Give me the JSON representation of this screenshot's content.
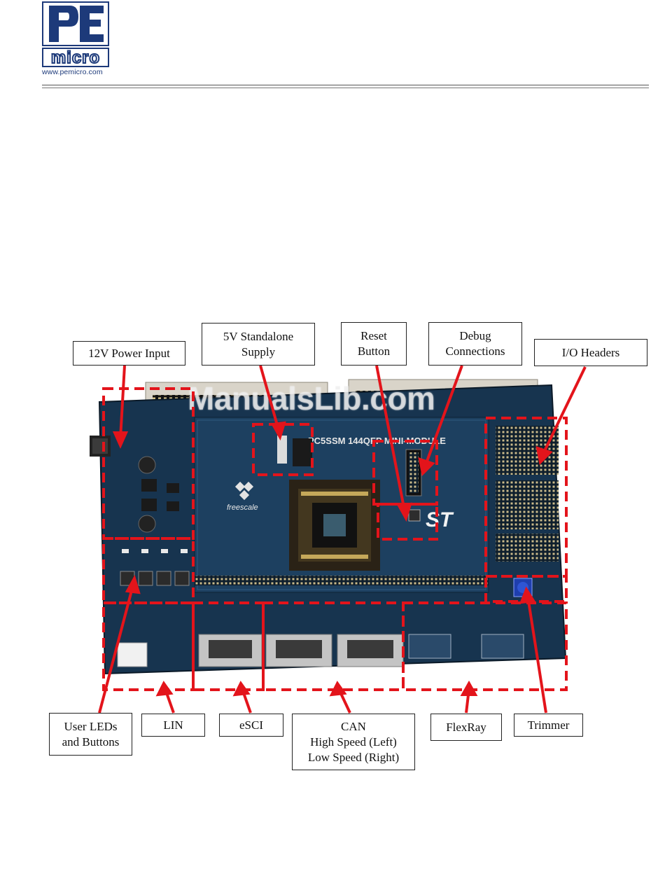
{
  "header": {
    "logo_letters": "PE",
    "logo_word": "micro",
    "website": "www.pemicro.com"
  },
  "watermark": "ManualsLib.com",
  "board": {
    "silkscreen_title": "PC5SSM 144QFP MINI-MODULE",
    "brand": "freescale",
    "st_logo": "ST"
  },
  "callouts": {
    "power_input": [
      "12V Power Input"
    ],
    "standalone_supply": [
      "5V Standalone",
      "Supply"
    ],
    "reset_button": [
      "Reset",
      "Button"
    ],
    "debug_connections": [
      "Debug",
      "Connections"
    ],
    "io_headers": [
      "I/O Headers"
    ],
    "user_leds_buttons": [
      "User LEDs",
      "and Buttons"
    ],
    "lin": [
      "LIN"
    ],
    "esci": [
      "eSCI"
    ],
    "can": [
      "CAN",
      "High Speed (Left)",
      "Low Speed (Right)"
    ],
    "flexray": [
      "FlexRay"
    ],
    "trimmer": [
      "Trimmer"
    ]
  },
  "colors": {
    "pcb": "#17344f",
    "highlight_dash": "#e3141b",
    "logo_blue": "#1d3a7a"
  }
}
